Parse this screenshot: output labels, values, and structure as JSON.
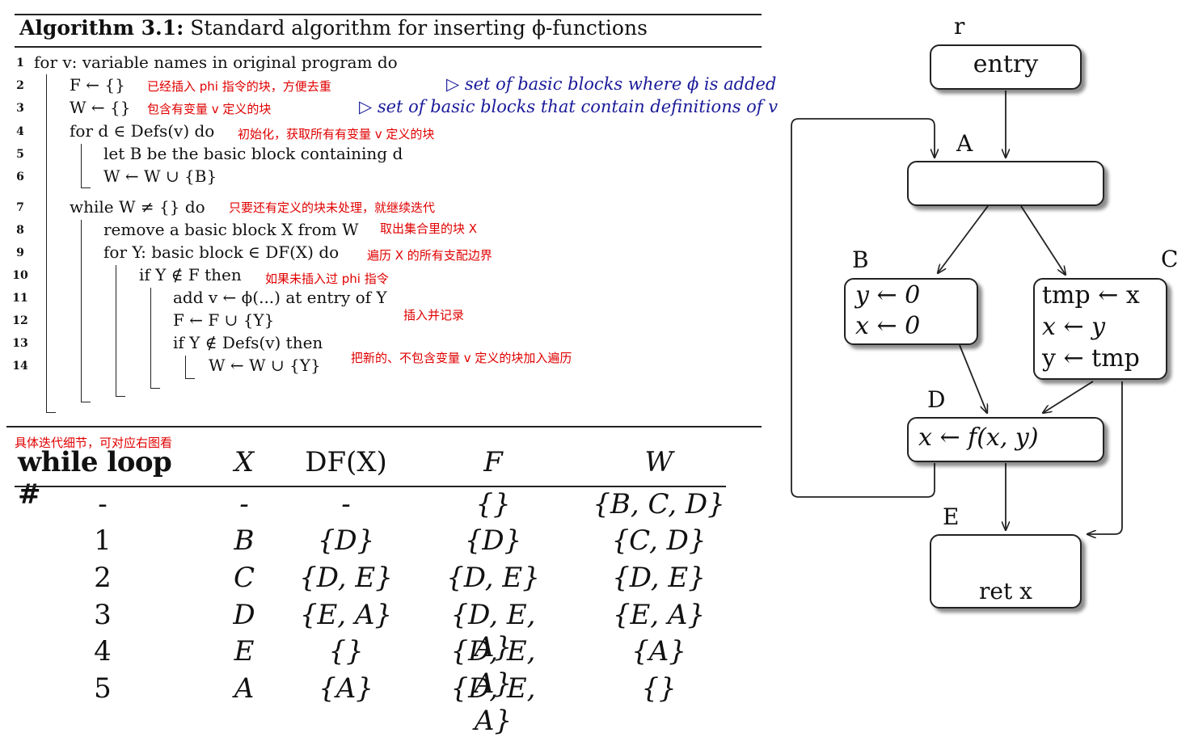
{
  "algorithm": {
    "title_bold": "Algorithm 3.1:",
    "title_rest": "Standard algorithm for inserting ϕ-functions",
    "lines": [
      {
        "num": "1",
        "text": "for v: variable names in original program do"
      },
      {
        "num": "2",
        "text": "F ← {}"
      },
      {
        "num": "3",
        "text": "W ← {}"
      },
      {
        "num": "4",
        "text": "for d ∈ Defs(v) do"
      },
      {
        "num": "5",
        "text": "let B be the basic block containing d"
      },
      {
        "num": "6",
        "text": "W ← W ∪ {B}"
      },
      {
        "num": "7",
        "text": "while W ≠ {} do"
      },
      {
        "num": "8",
        "text": "remove a basic block X from W"
      },
      {
        "num": "9",
        "text": "for Y: basic block ∈ DF(X) do"
      },
      {
        "num": "10",
        "text": "if Y ∉ F then"
      },
      {
        "num": "11",
        "text": "add v ← ϕ(...) at entry of Y"
      },
      {
        "num": "12",
        "text": "F ← F ∪ {Y}"
      },
      {
        "num": "13",
        "text": "if Y ∉ Defs(v) then"
      },
      {
        "num": "14",
        "text": "W ← W ∪ {Y}"
      }
    ],
    "comments": {
      "line2": "▷ set of basic blocks where ϕ  is added",
      "line3": "▷ set of basic blocks that contain definitions of v"
    },
    "notes_cn": {
      "line2": "已经插入 phi 指令的块，方便去重",
      "line3": "包含有变量 v 定义的块",
      "line4": "初始化，获取所有有变量 v 定义的块",
      "line7": "只要还有定义的块未处理，就继续迭代",
      "line8": "取出集合里的块 X",
      "line9": "遍历 X 的所有支配边界",
      "line10": "如果未插入过 phi 指令",
      "line11_12": "插入并记录",
      "line13_14": "把新的、不包含变量 v 定义的块加入遍历"
    }
  },
  "table": {
    "note_cn": "具体迭代细节，可对应右图看",
    "headers": [
      "while loop #",
      "X",
      "DF(X)",
      "F",
      "W"
    ],
    "rows": [
      [
        "-",
        "-",
        "-",
        "{}",
        "{B, C, D}"
      ],
      [
        "1",
        "B",
        "{D}",
        "{D}",
        "{C, D}"
      ],
      [
        "2",
        "C",
        "{D, E}",
        "{D, E}",
        "{D, E}"
      ],
      [
        "3",
        "D",
        "{E, A}",
        "{D, E, A}",
        "{E, A}"
      ],
      [
        "4",
        "E",
        "{}",
        "{D, E, A}",
        "{A}"
      ],
      [
        "5",
        "A",
        "{A}",
        "{D, E, A}",
        "{}"
      ]
    ]
  },
  "cfg": {
    "labels": {
      "r": "r",
      "A": "A",
      "B": "B",
      "C": "C",
      "D": "D",
      "E": "E"
    },
    "nodes": {
      "entry": [
        "entry"
      ],
      "A": [],
      "B": [
        "y ← 0",
        "x ← 0"
      ],
      "C": [
        "tmp ← x",
        "x ← y",
        "y ← tmp"
      ],
      "D": [
        "x ← f(x, y)"
      ],
      "E": [
        "ret x"
      ]
    }
  }
}
